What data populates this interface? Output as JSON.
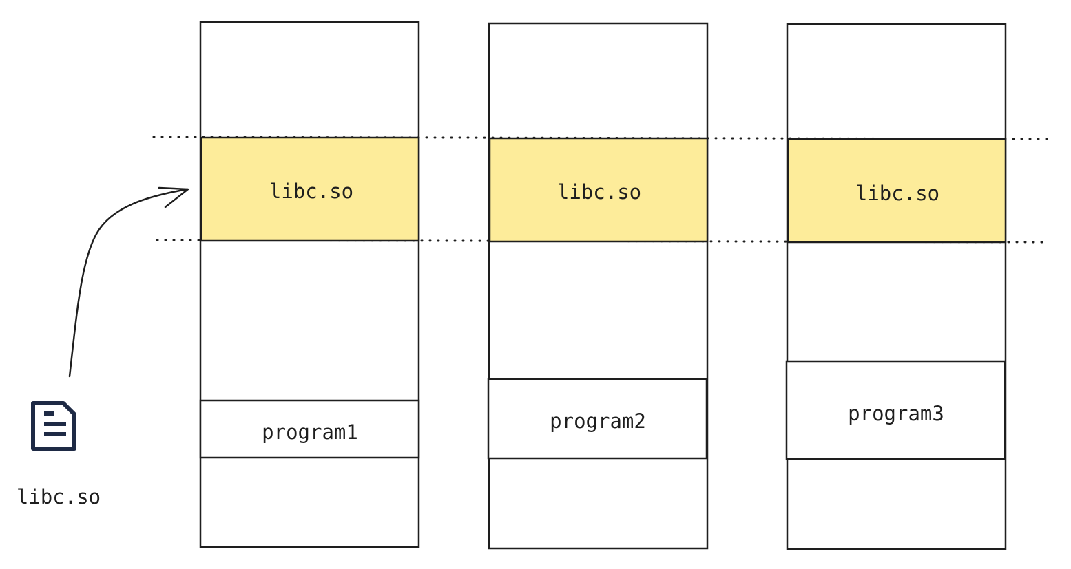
{
  "file": {
    "icon": "file-text-icon",
    "label": "libc.so",
    "icon_color": "#1e2a45"
  },
  "colors": {
    "shared_region_fill": "#fdec9a",
    "stroke": "#1e1e1e",
    "background": "#ffffff"
  },
  "processes": [
    {
      "shared_label": "libc.so",
      "program_label": "program1"
    },
    {
      "shared_label": "libc.so",
      "program_label": "program2"
    },
    {
      "shared_label": "libc.so",
      "program_label": "program3"
    }
  ]
}
